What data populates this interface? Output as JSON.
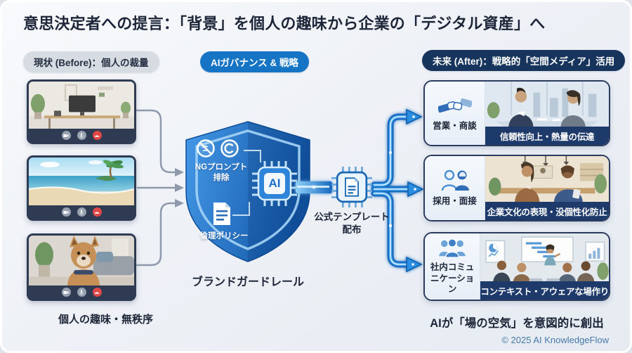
{
  "title": "意思決定者への提言：「背景」を個人の趣味から企業の「デジタル資産」へ",
  "before": {
    "badge": "現状 (Before)：個人の裁量",
    "caption": "個人の趣味・無秩序",
    "windows": [
      {
        "scene": "home-office-desk"
      },
      {
        "scene": "beach-with-palm"
      },
      {
        "scene": "dog-in-living-room"
      }
    ]
  },
  "governance": {
    "badge": "AIガバナンス & 戦略",
    "ng_label": "NGプロンプト\n排除",
    "policy_label": "倫理ポリシー",
    "ai_chip_label": "AI",
    "shield_caption": "ブランドガードレール",
    "template_label": "公式テンプレート\n配布"
  },
  "after": {
    "badge": "未来 (After)：戦略的「空間メディア」活用",
    "cards": [
      {
        "label": "営業・商談",
        "caption": "信頼性向上・熱量の伝達",
        "icon": "handshake-icon",
        "scene": "business-meeting"
      },
      {
        "label": "採用・面接",
        "caption": "企業文化の表現・没個性化防止",
        "icon": "interview-persons-icon",
        "scene": "interview-office"
      },
      {
        "label": "社内コミュ\nニケーション",
        "caption": "コンテキスト・アウェアな場作り",
        "icon": "group-icon",
        "scene": "team-workshop"
      }
    ],
    "caption": "AIが「場の空気」を意図的に創出"
  },
  "footer": {
    "copyright": "© 2025 AI KnowledgeFlow"
  },
  "icons": {
    "video": "camera-icon",
    "mic": "mic-icon",
    "end_call": "end-call-icon",
    "prohibition": "ng-prohibition-icon",
    "copyright_mark": "copyright-icon",
    "document": "document-icon",
    "ai_chip": "ai-chip-icon",
    "template_chip": "template-chip-icon",
    "handshake": "handshake-icon",
    "interview": "interview-persons-icon",
    "group": "group-icon"
  },
  "colors": {
    "accent_blue": "#1574c4",
    "deep_navy": "#16345c",
    "caption_bar": "#1d3a6b",
    "shield_blue": "#2e7cc8",
    "arrow_glow": "#47a4ea",
    "text_dark": "#1d2638",
    "copyright_blue": "#4779a8",
    "frame_navy": "#2e3b52",
    "end_call_red": "#e04848",
    "connector_gray": "#8e9aab"
  }
}
